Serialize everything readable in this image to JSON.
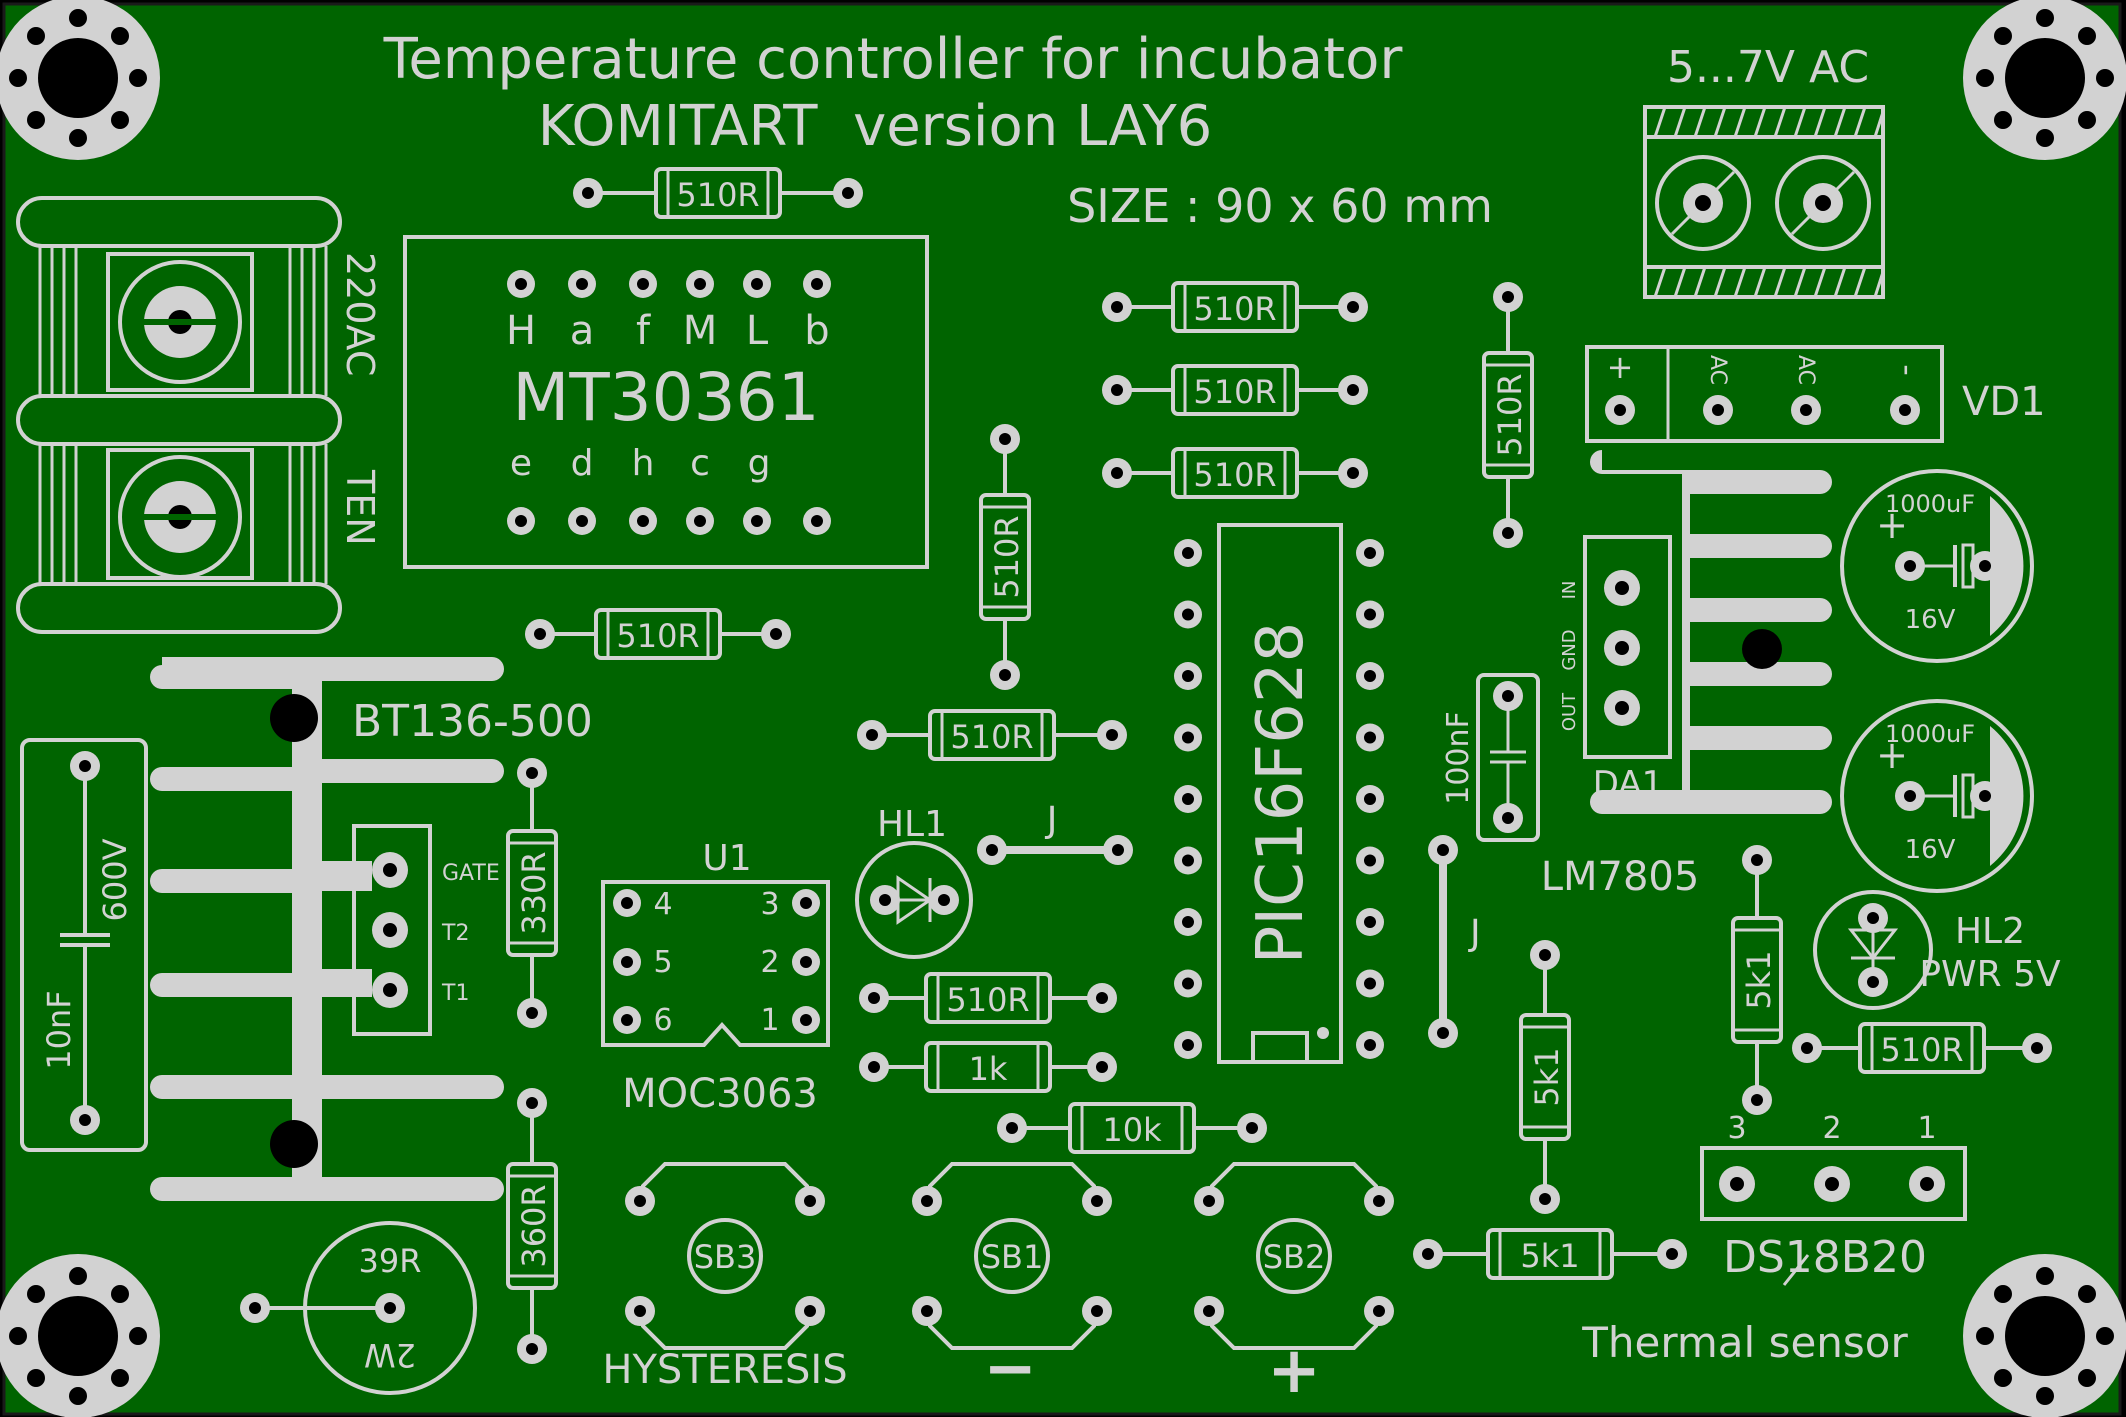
{
  "board": {
    "title_line1": "Temperature controller for incubator",
    "title_line2": "KOMITART  version LAY6",
    "size_label": "SIZE : 90 x 60 mm",
    "colors": {
      "board": "#006400",
      "silk": "#d2d2d2",
      "hole": "#000000"
    }
  },
  "components": {
    "display": {
      "part": "MT30361",
      "top_pins": [
        "H",
        "a",
        "f",
        "M",
        "L",
        "b"
      ],
      "bottom_pins": [
        "e",
        "d",
        "h",
        "c",
        "g"
      ]
    },
    "mcu": {
      "part": "PIC16F628"
    },
    "triac": {
      "part": "BT136-500",
      "pins": [
        "GATE",
        "T2",
        "T1"
      ]
    },
    "optocoupler": {
      "ref": "U1",
      "part": "MOC3063",
      "pins": [
        "4",
        "3",
        "5",
        "2",
        "6",
        "1"
      ]
    },
    "regulator": {
      "ref": "DA1",
      "part": "LM7805",
      "pins": [
        "IN",
        "GND",
        "OUT"
      ]
    },
    "bridge": {
      "ref": "VD1",
      "pins": [
        "+",
        "AC",
        "AC",
        "-"
      ]
    },
    "sensor": {
      "part": "DS18B20",
      "caption": "Thermal sensor",
      "pins": [
        "3",
        "2",
        "1"
      ]
    },
    "led1": {
      "ref": "HL1"
    },
    "led2": {
      "ref": "HL2",
      "caption": "PWR 5V"
    },
    "cap_hv": {
      "value": "10nF",
      "voltage": "600V"
    },
    "cap_100n": {
      "value": "100nF"
    },
    "electrolytic": {
      "value": "1000uF",
      "voltage": "16V"
    },
    "res_power": {
      "value": "39R",
      "power": "2W"
    },
    "terminal_main": {
      "labels": [
        "220AC",
        "TEN"
      ]
    },
    "terminal_low": {
      "label": "5...7V AC"
    },
    "jumper": {
      "label": "J"
    }
  },
  "resistors": {
    "r510": "510R",
    "r330": "330R",
    "r360": "360R",
    "r1k": "1k",
    "r10k": "10k",
    "r5k1": "5k1"
  },
  "buttons": {
    "sb3": {
      "ref": "SB3",
      "caption": "HYSTERESIS"
    },
    "sb1": {
      "ref": "SB1",
      "caption": "−"
    },
    "sb2": {
      "ref": "SB2",
      "caption": "+"
    }
  }
}
